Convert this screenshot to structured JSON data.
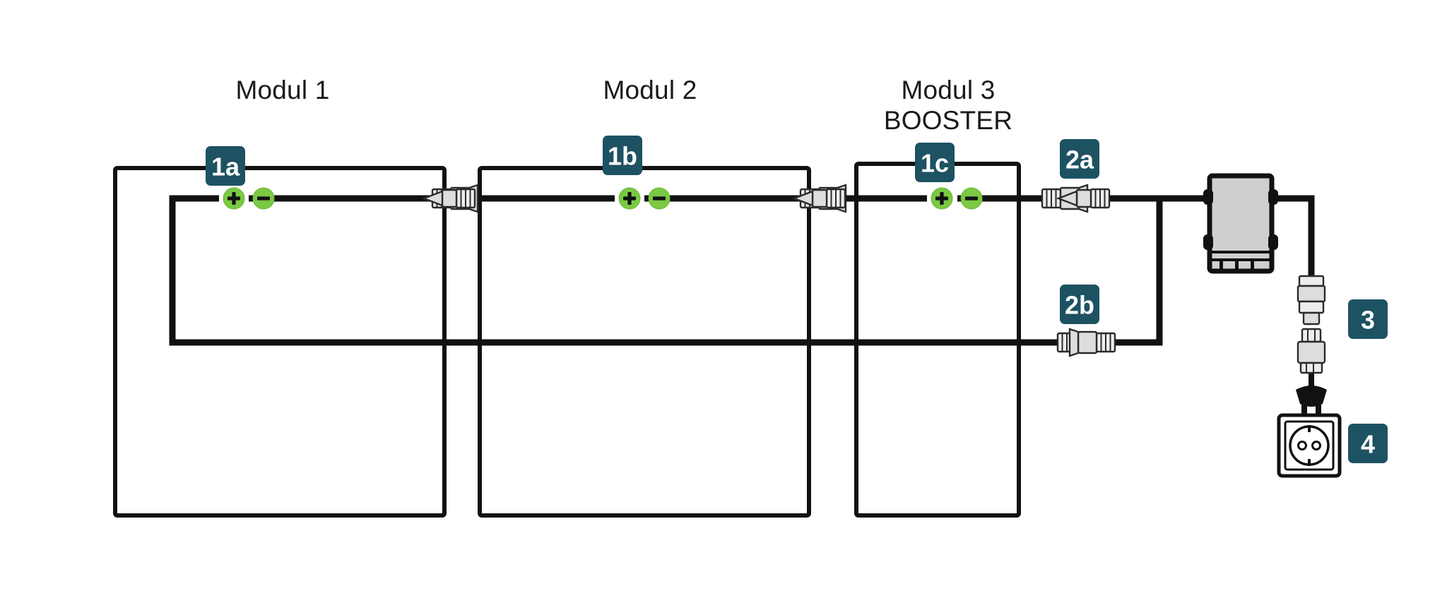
{
  "diagram": {
    "title_visible": false,
    "background": "#ffffff",
    "accent_badge_color": "#1d5262",
    "polarity_color": "#7ac943",
    "wire_color": "#111111",
    "panel_fill": "#ffffff",
    "inverter_fill": "#cfcfcf"
  },
  "modules": [
    {
      "id": "modul-1",
      "title": "Modul 1",
      "subtitle": "",
      "badge": "1a",
      "plus": "+",
      "minus": "−"
    },
    {
      "id": "modul-2",
      "title": "Modul 2",
      "subtitle": "",
      "badge": "1b",
      "plus": "+",
      "minus": "−"
    },
    {
      "id": "modul-3",
      "title": "Modul 3",
      "subtitle": "BOOSTER",
      "badge": "1c",
      "plus": "+",
      "minus": "−"
    }
  ],
  "badges": {
    "b1a": "1a",
    "b1b": "1b",
    "b1c": "1c",
    "b2a": "2a",
    "b2b": "2b",
    "b3": "3",
    "b4": "4"
  },
  "components": {
    "inverter": {
      "name": "micro-inverter",
      "label": ""
    },
    "ac_connector": {
      "name": "ac-connector-pair",
      "label": ""
    },
    "ac_plug": {
      "name": "schuko-plug",
      "label": ""
    },
    "wall_socket": {
      "name": "schuko-wall-socket",
      "label": ""
    }
  },
  "connectors": {
    "mc4_pairs": [
      {
        "name": "mc4-pair-module1-to-module2"
      },
      {
        "name": "mc4-pair-module2-to-module3"
      },
      {
        "name": "mc4-pair-module3-to-inverter-plus"
      },
      {
        "name": "mc4-pair-return-to-inverter-minus"
      }
    ]
  }
}
